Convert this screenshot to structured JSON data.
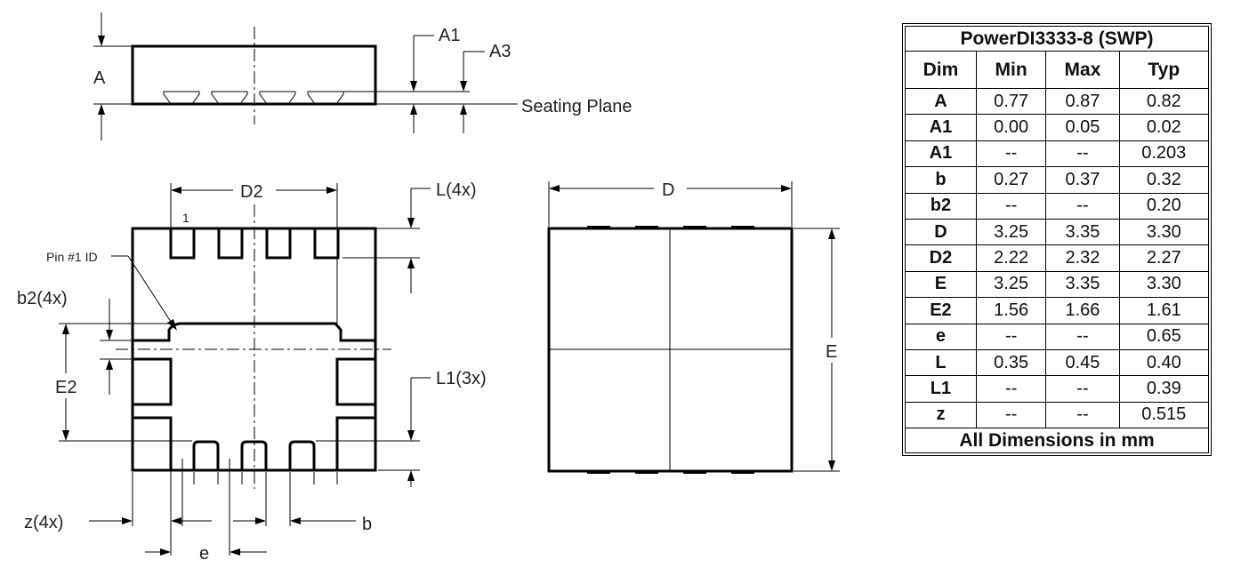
{
  "labels": {
    "A": "A",
    "A1": "A1",
    "A3": "A3",
    "seating_plane": "Seating Plane",
    "D2": "D2",
    "L4x": "L(4x)",
    "pin1_number": "1",
    "pin1_id": "Pin #1 ID",
    "b2_4x": "b2(4x)",
    "E2": "E2",
    "L1_3x": "L1(3x)",
    "z_4x": "z(4x)",
    "b": "b",
    "e": "e",
    "D": "D",
    "E": "E"
  },
  "table": {
    "title": "PowerDI3333-8 (SWP)",
    "headers": [
      "Dim",
      "Min",
      "Max",
      "Typ"
    ],
    "rows": [
      [
        "A",
        "0.77",
        "0.87",
        "0.82"
      ],
      [
        "A1",
        "0.00",
        "0.05",
        "0.02"
      ],
      [
        "A1",
        "--",
        "--",
        "0.203"
      ],
      [
        "b",
        "0.27",
        "0.37",
        "0.32"
      ],
      [
        "b2",
        "--",
        "--",
        "0.20"
      ],
      [
        "D",
        "3.25",
        "3.35",
        "3.30"
      ],
      [
        "D2",
        "2.22",
        "2.32",
        "2.27"
      ],
      [
        "E",
        "3.25",
        "3.35",
        "3.30"
      ],
      [
        "E2",
        "1.56",
        "1.66",
        "1.61"
      ],
      [
        "e",
        "--",
        "--",
        "0.65"
      ],
      [
        "L",
        "0.35",
        "0.45",
        "0.40"
      ],
      [
        "L1",
        "--",
        "--",
        "0.39"
      ],
      [
        "z",
        "--",
        "--",
        "0.515"
      ]
    ],
    "footer": "All Dimensions in mm"
  }
}
